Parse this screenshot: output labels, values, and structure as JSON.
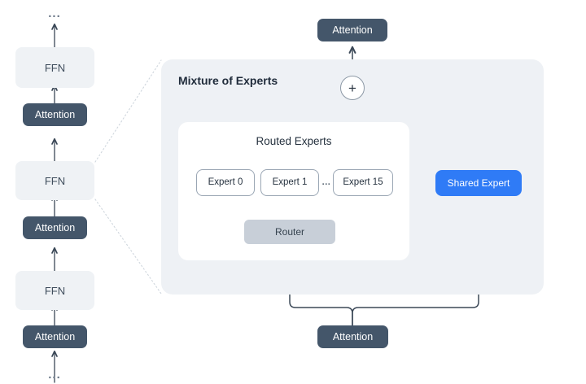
{
  "diagram": {
    "title": "Mixture of Experts",
    "colors": {
      "background": "#ffffff",
      "panel": "#eef1f5",
      "routed_panel": "#ffffff",
      "ffn": "#eff2f5",
      "attention": "#44566a",
      "router": "#c8cfd8",
      "shared_expert": "#2f7bf6",
      "wire": "#3b4857",
      "dotted": "#cfd6dd"
    }
  },
  "stack": {
    "top_ellipsis": "...",
    "bottom_ellipsis": "...",
    "blocks": [
      {
        "label": "FFN",
        "type": "ffn"
      },
      {
        "label": "Attention",
        "type": "attention"
      },
      {
        "label": "FFN",
        "type": "ffn"
      },
      {
        "label": "Attention",
        "type": "attention"
      },
      {
        "label": "FFN",
        "type": "ffn"
      },
      {
        "label": "Attention",
        "type": "attention"
      }
    ]
  },
  "moe": {
    "panel_title": "Mixture of Experts",
    "routed_title": "Routed Experts",
    "experts": [
      {
        "label": "Expert 0"
      },
      {
        "label": "Expert 1"
      },
      {
        "label": "Expert 15"
      }
    ],
    "expert_ellipsis": "...",
    "router_label": "Router",
    "shared_expert_label": "Shared Expert",
    "sum_symbol": "+",
    "attention_out_label": "Attention",
    "attention_in_label": "Attention"
  }
}
